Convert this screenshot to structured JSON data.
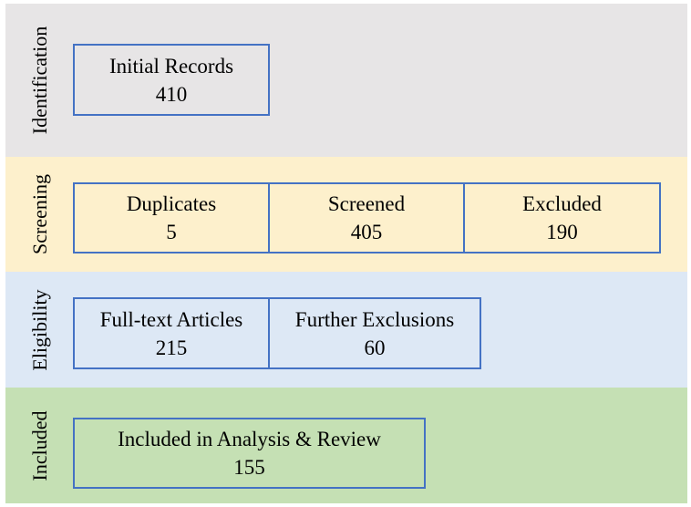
{
  "bands": [
    {
      "label": "Identification",
      "color": "#e7e5e6",
      "boxes": [
        {
          "title": "Initial Records",
          "value": "410"
        }
      ]
    },
    {
      "label": "Screening",
      "color": "#fdf0cc",
      "boxes": [
        {
          "title": "Duplicates",
          "value": "5"
        },
        {
          "title": "Screened",
          "value": "405"
        },
        {
          "title": "Excluded",
          "value": "190"
        }
      ]
    },
    {
      "label": "Eligibility",
      "color": "#dde8f5",
      "boxes": [
        {
          "title": "Full-text Articles",
          "value": "215"
        },
        {
          "title": "Further Exclusions",
          "value": "60"
        }
      ]
    },
    {
      "label": "Included",
      "color": "#c5e0b4",
      "boxes": [
        {
          "title": "Included in Analysis & Review",
          "value": "155"
        }
      ]
    }
  ],
  "box_border_color": "#4472c4"
}
